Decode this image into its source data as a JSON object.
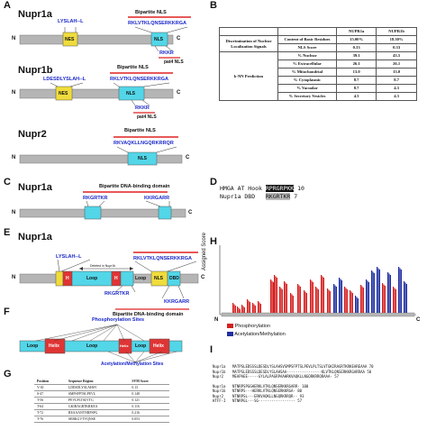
{
  "panel_labels": [
    "A",
    "B",
    "C",
    "D",
    "E",
    "F",
    "G",
    "H",
    "I"
  ],
  "panelA": {
    "nupr1a": {
      "name": "Nupr1a",
      "nes_label": "NES",
      "nls_label": "NLS",
      "nes_seq": "LYSLAH--L",
      "bipartite_label": "Bipartite NLS",
      "nls_seq": "RKLVTKLQNSERKKRGA",
      "pat4_seq": "RKKR",
      "pat4_label": "pat4 NLS"
    },
    "nupr1b": {
      "name": "Nupr1b",
      "nes_label": "NES",
      "nls_label": "NLS",
      "nes_seq": "LDESDLYSLAH--L",
      "bipartite_label": "Bipartite NLS",
      "nls_seq": "RKLVTKLQNSERKKRGA",
      "pat4_seq": "RKKR",
      "pat4_label": "pat4 NLS"
    },
    "nupr2": {
      "name": "Nupr2",
      "nls_label": "NLS",
      "bipartite_label": "Bipartite NLS",
      "nls_seq": "RKVAQKLLNGQRKRRQR"
    },
    "n_label": "N",
    "c_label": "C"
  },
  "panelB": {
    "headers": [
      "",
      "NUPR1a",
      "NUPR1b"
    ],
    "section1_label": "Discrimination of Nuclear Localization Signals",
    "section1_rows": [
      {
        "label": "Content of Basic Residues",
        "a": "15.00%",
        "b": "18.30%"
      },
      {
        "label": "NLS Score",
        "a": "0.33",
        "b": "0.33"
      }
    ],
    "section2_label": "k-NN Prediction",
    "section2_rows": [
      {
        "label": "% Nuclear",
        "a": "39.1",
        "b": "43.5"
      },
      {
        "label": "% Extracellular",
        "a": "26.1",
        "b": "26.1"
      },
      {
        "label": "% Mitochondrial",
        "a": "13.0",
        "b": "13.0"
      },
      {
        "label": "% Cytoplasmic",
        "a": "8.7",
        "b": "8.7"
      },
      {
        "label": "% Vacuolar",
        "a": "8.7",
        "b": "4.3"
      },
      {
        "label": "% Secretory Vesicles",
        "a": "4.3",
        "b": "4.3"
      }
    ]
  },
  "panelC": {
    "name": "Nupr1a",
    "title": "Bipartite DNA-binding domain",
    "seq_left": "RKGRTKR",
    "seq_right": "KKRGARR"
  },
  "panelD": {
    "row1_label": "HMGA AT Hook",
    "row1_seq": "RPRGRPKK",
    "row1_num": "10",
    "row2_label": "Nupr1a DBD",
    "row2_seq": "RKGRTKR",
    "row2_num": "7"
  },
  "panelE": {
    "name": "Nupr1a",
    "nes_seq": "LYSLAH--L",
    "nls_seq": "RKLVTKLQNSERKKRGA",
    "domain_label": "Bipartite DNA-binding domain",
    "seq_left": "RKGRTKR",
    "seq_right": "KKRGARR",
    "loop1": "Loop",
    "loop2": "Loop",
    "helix1": "H",
    "helix2": "H",
    "dbd": "DBD",
    "nls_label": "NLS",
    "deleted_text": "Deleted in Nupr1b"
  },
  "panelF": {
    "phos_label": "Phosphorylation Sites",
    "acet_label": "Acetylation/Methylation Sites",
    "segments": [
      "Loop",
      "Helix",
      "Loop",
      "Helix",
      "Loop",
      "Helix"
    ]
  },
  "panelG": {
    "headers": [
      "Position",
      "Sequence Region",
      "SVM Score"
    ],
    "rows": [
      {
        "pos": "V-30",
        "seq": "LDESDLYSLAHSV",
        "score": "0.13"
      },
      {
        "pos": "S-47",
        "seq": "SMPSFPTSLPEVL",
        "score": "0.148"
      },
      {
        "pos": "T-56",
        "seq": "PEVLPLTSLVTG",
        "score": "0.121"
      },
      {
        "pos": "T-64",
        "seq": "GKIRAGRTKRKEA",
        "score": "0.116"
      },
      {
        "pos": "T-72",
        "seq": "REAAANTNRPSPG",
        "score": "0.216"
      },
      {
        "pos": "T-76",
        "seq": "SEBKGVTVQNSE",
        "score": "0.053"
      }
    ]
  },
  "panelH": {
    "ylabel": "Assigned Score",
    "legend": [
      {
        "name": "Phosphorylation",
        "color": "#d42020"
      },
      {
        "name": "Acetylation/Methylation",
        "color": "#1f2fa0"
      }
    ],
    "n_label": "N",
    "c_label": "C"
  },
  "panelI": {
    "rows": [
      {
        "label": "Nupr1a",
        "seq": "MATPSLEDSSSLDESDLYSLAHSVSMPSFPTSLPEVLPLTSLVTGKIRAGRTKRKEAREAAA",
        "num": "70"
      },
      {
        "label": "Nupr1b",
        "seq": "MATPSLEDSSSLDESDLYSLAHSAA----------------KLVTKLQNSERKKRGARRAA",
        "num": "50"
      },
      {
        "label": "Nupr2",
        "seq": "MEAPAEE-----GYLALPAGRPAAHRKVAQKLLNGQRKRRQRAAA-",
        "num": "57"
      },
      {
        "label": "Nupr1a",
        "seq": "NTNRPSPGGHERKLVTKLQNSERKKRGARR-",
        "num": "100"
      },
      {
        "label": "Nupr1b",
        "seq": "NTNRPS---HERKLVTKLQNSERKKRGA-",
        "num": "80"
      },
      {
        "label": "Nupr2",
        "seq": "NTNRPSL---ERKVAQKLLNGQRKRRQR--",
        "num": "93"
      },
      {
        "label": "HTFF-I",
        "seq": "NTNRPGL---SG-----------------",
        "num": "57"
      }
    ]
  },
  "colors": {
    "nes": "#f0dc3c",
    "nls": "#52d6e8",
    "bar": "#b5b5b5",
    "seq_blue": "#1a28c8",
    "bracket_red": "#e02020",
    "helix_red": "#e03434"
  }
}
